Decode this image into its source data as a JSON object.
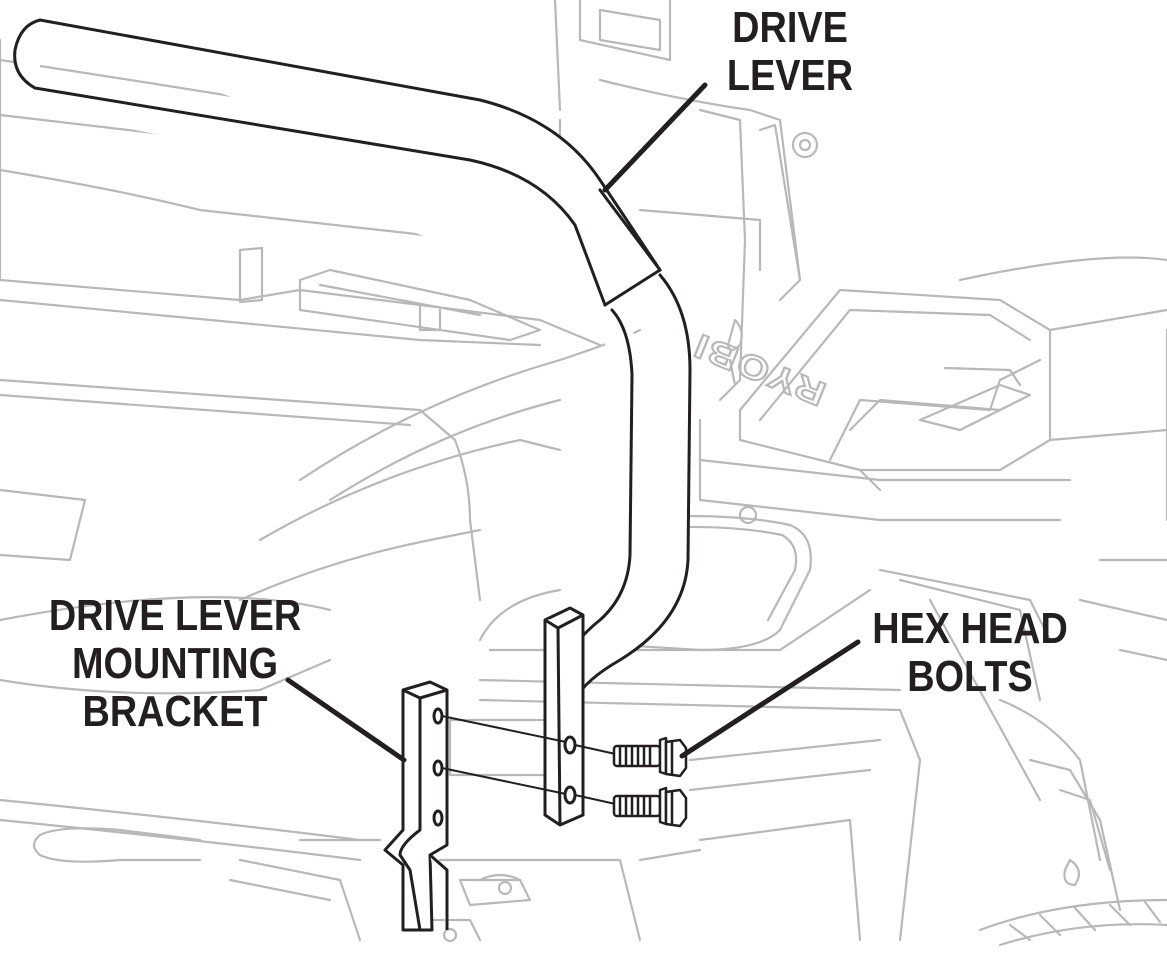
{
  "labels": {
    "drive_lever": {
      "line1": "DRIVE",
      "line2": "LEVER"
    },
    "mounting_bracket": {
      "line1": "DRIVE LEVER",
      "line2": "MOUNTING",
      "line3": "BRACKET"
    },
    "hex_head_bolts": {
      "line1": "HEX HEAD",
      "line2": "BOLTS"
    }
  },
  "logo_text": "RYOBI",
  "colors": {
    "ink": "#231f20",
    "background_line": "#b8b8b8",
    "background": "#ffffff"
  }
}
